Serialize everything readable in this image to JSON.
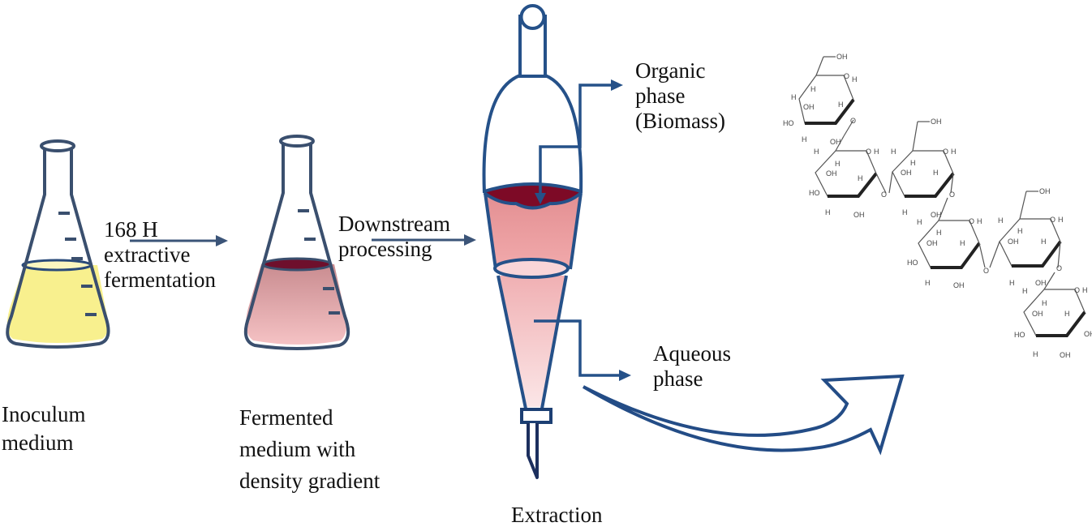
{
  "diagram": {
    "type": "process-flow",
    "subject": "Extractive fermentation and downstream extraction",
    "colors": {
      "outline": "#294a7a",
      "inoculum_fill": "#f7ef8f",
      "fermented_fill": "#e9a5a8",
      "dark_layer": "#7a0a25",
      "funnel_mid_fill": "#eb9c9e",
      "funnel_low_fill": "#f6cfd2",
      "chem_stroke": "#444444"
    },
    "stages": [
      {
        "id": "inoculum",
        "label_lines": [
          "Inoculum",
          "medium"
        ]
      },
      {
        "id": "fermented",
        "label_lines": [
          "Fermented",
          "medium with",
          "density gradient"
        ]
      },
      {
        "id": "extraction",
        "label_lines": [
          "Extraction"
        ]
      }
    ],
    "transitions": [
      {
        "from": "inoculum",
        "to": "fermented",
        "label_lines": [
          "168 H",
          "extractive",
          "fermentation"
        ]
      },
      {
        "from": "fermented",
        "to": "extraction",
        "label_lines": [
          "Downstream",
          "processing"
        ]
      }
    ],
    "outputs": [
      {
        "id": "organic",
        "label_lines": [
          "Organic",
          "phase",
          "(Biomass)"
        ]
      },
      {
        "id": "aqueous",
        "label_lines": [
          "Aqueous",
          "phase"
        ]
      }
    ],
    "product": {
      "name": "polysaccharide-structure",
      "atom_labels": [
        "OH",
        "HO",
        "H",
        "O"
      ]
    }
  }
}
